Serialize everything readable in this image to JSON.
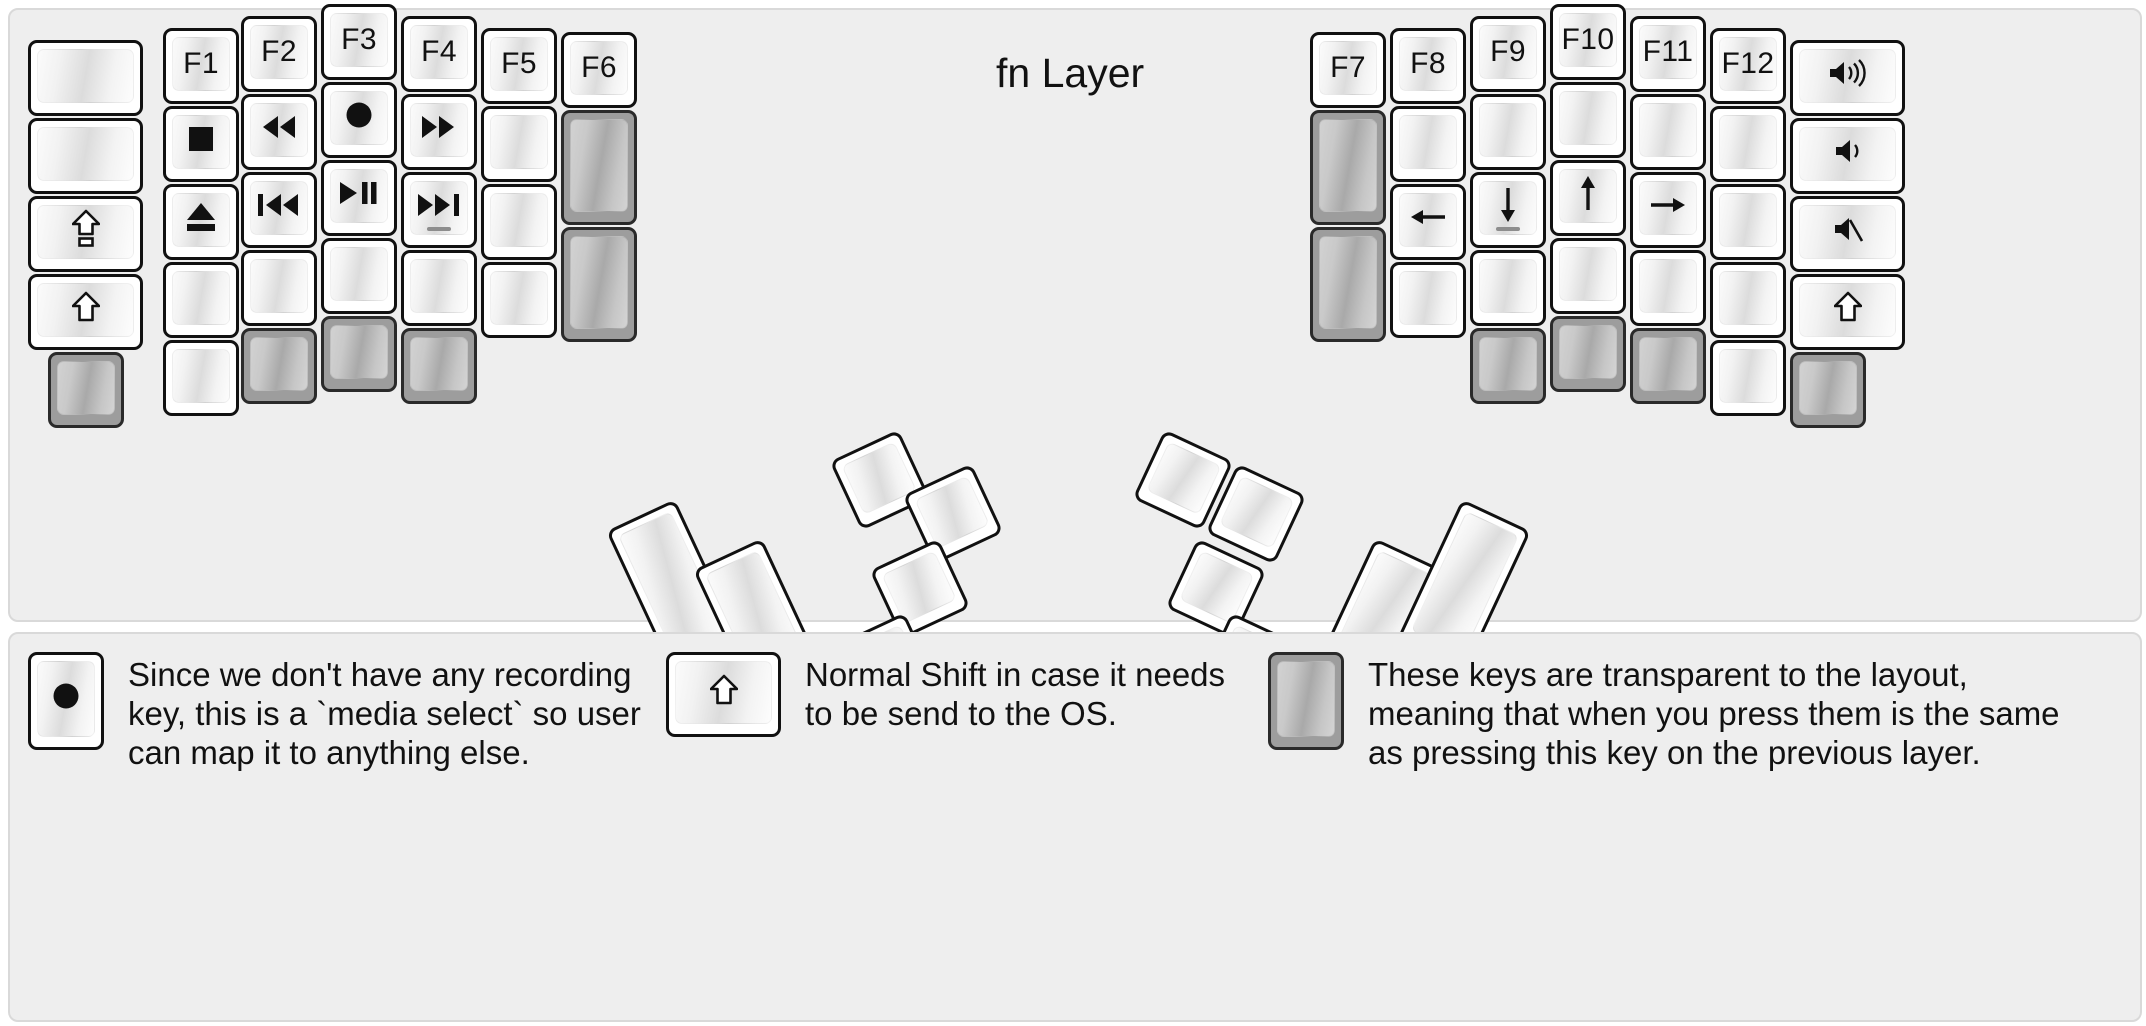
{
  "title": "fn Layer",
  "colors": {
    "background": "#eeeeee",
    "key_face": "#ffffff",
    "key_outline": "#111111",
    "transparent_key": "#9d9d9d",
    "text": "#111111"
  },
  "icon_glyphs": {
    "record": "●",
    "stop": "■",
    "eject": "eject",
    "rewind": "◀◀",
    "fast-forward": "▶▶",
    "prev-track": "|◀◀",
    "play-pause": "▶||",
    "next-track": "▶▶|",
    "caps-lock": "caps-shift",
    "shift": "⇧",
    "arrow-left": "←",
    "arrow-down": "↓",
    "arrow-up": "↑",
    "arrow-right": "→",
    "volume-up": "volume-up",
    "volume-down": "volume-down",
    "volume-mute": "volume-mute"
  },
  "left_half": {
    "columns": [
      {
        "name": "col-pinky-outer",
        "keys": [
          {
            "name": "key-blank-r1c1",
            "legend": "",
            "icon": null,
            "style": "normal",
            "w": 1.5,
            "h": 1
          },
          {
            "name": "key-blank-r2c1",
            "legend": "",
            "icon": null,
            "style": "normal",
            "w": 1.5,
            "h": 1
          },
          {
            "name": "key-caps-lock",
            "legend": "",
            "icon": "caps-lock",
            "style": "normal",
            "w": 1.5,
            "h": 1
          },
          {
            "name": "key-shift-left",
            "legend": "",
            "icon": "shift",
            "style": "normal",
            "w": 1.5,
            "h": 1
          },
          {
            "name": "key-transparent-r5c1",
            "legend": "",
            "icon": null,
            "style": "transparent",
            "w": 1,
            "h": 1
          }
        ]
      },
      {
        "name": "col-pinky",
        "keys": [
          {
            "name": "key-f1",
            "legend": "F1",
            "icon": null,
            "style": "normal",
            "w": 1,
            "h": 1
          },
          {
            "name": "key-stop",
            "legend": "",
            "icon": "stop",
            "style": "normal",
            "w": 1,
            "h": 1
          },
          {
            "name": "key-eject",
            "legend": "",
            "icon": "eject",
            "style": "normal",
            "w": 1,
            "h": 1
          },
          {
            "name": "key-blank-r4c2",
            "legend": "",
            "icon": null,
            "style": "normal",
            "w": 1,
            "h": 1
          },
          {
            "name": "key-blank-r5c2",
            "legend": "",
            "icon": null,
            "style": "normal",
            "w": 1,
            "h": 1
          }
        ]
      },
      {
        "name": "col-ring",
        "keys": [
          {
            "name": "key-f2",
            "legend": "F2",
            "icon": null,
            "style": "normal",
            "w": 1,
            "h": 1
          },
          {
            "name": "key-rewind",
            "legend": "",
            "icon": "rewind",
            "style": "normal",
            "w": 1,
            "h": 1
          },
          {
            "name": "key-prev-track",
            "legend": "",
            "icon": "prev-track",
            "style": "normal",
            "w": 1,
            "h": 1
          },
          {
            "name": "key-blank-r4c3",
            "legend": "",
            "icon": null,
            "style": "normal",
            "w": 1,
            "h": 1
          },
          {
            "name": "key-transparent-r5c3",
            "legend": "",
            "icon": null,
            "style": "transparent",
            "w": 1,
            "h": 1
          }
        ]
      },
      {
        "name": "col-middle",
        "keys": [
          {
            "name": "key-f3",
            "legend": "F3",
            "icon": null,
            "style": "normal",
            "w": 1,
            "h": 1
          },
          {
            "name": "key-record",
            "legend": "",
            "icon": "record",
            "style": "normal",
            "w": 1,
            "h": 1
          },
          {
            "name": "key-play-pause",
            "legend": "",
            "icon": "play-pause",
            "style": "normal",
            "w": 1,
            "h": 1
          },
          {
            "name": "key-blank-r4c4",
            "legend": "",
            "icon": null,
            "style": "normal",
            "w": 1,
            "h": 1
          },
          {
            "name": "key-transparent-r5c4",
            "legend": "",
            "icon": null,
            "style": "transparent",
            "w": 1,
            "h": 1
          }
        ]
      },
      {
        "name": "col-index",
        "keys": [
          {
            "name": "key-f4",
            "legend": "F4",
            "icon": null,
            "style": "normal",
            "w": 1,
            "h": 1
          },
          {
            "name": "key-fast-forward",
            "legend": "",
            "icon": "fast-forward",
            "style": "normal",
            "w": 1,
            "h": 1
          },
          {
            "name": "key-next-track",
            "legend": "",
            "icon": "next-track",
            "style": "normal",
            "w": 1,
            "h": 1,
            "homing": true
          },
          {
            "name": "key-blank-r4c5",
            "legend": "",
            "icon": null,
            "style": "normal",
            "w": 1,
            "h": 1
          },
          {
            "name": "key-transparent-r5c5",
            "legend": "",
            "icon": null,
            "style": "transparent",
            "w": 1,
            "h": 1
          }
        ]
      },
      {
        "name": "col-index-inner",
        "keys": [
          {
            "name": "key-f5",
            "legend": "F5",
            "icon": null,
            "style": "normal",
            "w": 1,
            "h": 1
          },
          {
            "name": "key-blank-r2c6",
            "legend": "",
            "icon": null,
            "style": "normal",
            "w": 1,
            "h": 1
          },
          {
            "name": "key-blank-r3c6",
            "legend": "",
            "icon": null,
            "style": "normal",
            "w": 1,
            "h": 1
          },
          {
            "name": "key-blank-r4c6",
            "legend": "",
            "icon": null,
            "style": "normal",
            "w": 1,
            "h": 1
          }
        ]
      },
      {
        "name": "col-inner",
        "keys": [
          {
            "name": "key-f6",
            "legend": "F6",
            "icon": null,
            "style": "normal",
            "w": 1,
            "h": 1
          },
          {
            "name": "key-transparent-tall-1",
            "legend": "",
            "icon": null,
            "style": "transparent",
            "w": 1,
            "h": 1.5
          },
          {
            "name": "key-transparent-tall-2",
            "legend": "",
            "icon": null,
            "style": "transparent",
            "w": 1,
            "h": 1.5
          }
        ]
      }
    ],
    "thumb_cluster": {
      "name": "left-thumb-cluster",
      "keys": [
        {
          "name": "thumb-key-top-left",
          "legend": "",
          "icon": null,
          "style": "normal"
        },
        {
          "name": "thumb-key-top-right",
          "legend": "",
          "icon": null,
          "style": "normal"
        },
        {
          "name": "thumb-key-mid-right",
          "legend": "",
          "icon": null,
          "style": "normal"
        },
        {
          "name": "thumb-key-bottom-right",
          "legend": "",
          "icon": null,
          "style": "normal"
        },
        {
          "name": "thumb-key-big-outer",
          "legend": "",
          "icon": null,
          "style": "normal"
        },
        {
          "name": "thumb-key-big-inner",
          "legend": "",
          "icon": null,
          "style": "normal"
        }
      ]
    }
  },
  "right_half": {
    "columns": [
      {
        "name": "col-inner-right",
        "keys": [
          {
            "name": "key-f7",
            "legend": "F7",
            "icon": null,
            "style": "normal",
            "w": 1,
            "h": 1
          },
          {
            "name": "key-transparent-tall-3",
            "legend": "",
            "icon": null,
            "style": "transparent",
            "w": 1,
            "h": 1.5
          },
          {
            "name": "key-transparent-tall-4",
            "legend": "",
            "icon": null,
            "style": "transparent",
            "w": 1,
            "h": 1.5
          }
        ]
      },
      {
        "name": "col-index-inner-right",
        "keys": [
          {
            "name": "key-f8",
            "legend": "F8",
            "icon": null,
            "style": "normal",
            "w": 1,
            "h": 1
          },
          {
            "name": "key-blank-r2c8",
            "legend": "",
            "icon": null,
            "style": "normal",
            "w": 1,
            "h": 1
          },
          {
            "name": "key-arrow-left",
            "legend": "",
            "icon": "arrow-left",
            "style": "normal",
            "w": 1,
            "h": 1
          },
          {
            "name": "key-blank-r4c8",
            "legend": "",
            "icon": null,
            "style": "normal",
            "w": 1,
            "h": 1
          }
        ]
      },
      {
        "name": "col-index-right",
        "keys": [
          {
            "name": "key-f9",
            "legend": "F9",
            "icon": null,
            "style": "normal",
            "w": 1,
            "h": 1
          },
          {
            "name": "key-blank-r2c9",
            "legend": "",
            "icon": null,
            "style": "normal",
            "w": 1,
            "h": 1
          },
          {
            "name": "key-arrow-down",
            "legend": "",
            "icon": "arrow-down",
            "style": "normal",
            "w": 1,
            "h": 1,
            "homing": true
          },
          {
            "name": "key-blank-r4c9",
            "legend": "",
            "icon": null,
            "style": "normal",
            "w": 1,
            "h": 1
          },
          {
            "name": "key-transparent-r5c9",
            "legend": "",
            "icon": null,
            "style": "transparent",
            "w": 1,
            "h": 1
          }
        ]
      },
      {
        "name": "col-middle-right",
        "keys": [
          {
            "name": "key-f10",
            "legend": "F10",
            "icon": null,
            "style": "normal",
            "w": 1,
            "h": 1
          },
          {
            "name": "key-blank-r2c10",
            "legend": "",
            "icon": null,
            "style": "normal",
            "w": 1,
            "h": 1
          },
          {
            "name": "key-arrow-up",
            "legend": "",
            "icon": "arrow-up",
            "style": "normal",
            "w": 1,
            "h": 1
          },
          {
            "name": "key-blank-r4c10",
            "legend": "",
            "icon": null,
            "style": "normal",
            "w": 1,
            "h": 1
          },
          {
            "name": "key-transparent-r5c10",
            "legend": "",
            "icon": null,
            "style": "transparent",
            "w": 1,
            "h": 1
          }
        ]
      },
      {
        "name": "col-ring-right",
        "keys": [
          {
            "name": "key-f11",
            "legend": "F11",
            "icon": null,
            "style": "normal",
            "w": 1,
            "h": 1
          },
          {
            "name": "key-blank-r2c11",
            "legend": "",
            "icon": null,
            "style": "normal",
            "w": 1,
            "h": 1
          },
          {
            "name": "key-arrow-right",
            "legend": "",
            "icon": "arrow-right",
            "style": "normal",
            "w": 1,
            "h": 1
          },
          {
            "name": "key-blank-r4c11",
            "legend": "",
            "icon": null,
            "style": "normal",
            "w": 1,
            "h": 1
          },
          {
            "name": "key-transparent-r5c11",
            "legend": "",
            "icon": null,
            "style": "transparent",
            "w": 1,
            "h": 1
          }
        ]
      },
      {
        "name": "col-pinky-right",
        "keys": [
          {
            "name": "key-f12",
            "legend": "F12",
            "icon": null,
            "style": "normal",
            "w": 1,
            "h": 1
          },
          {
            "name": "key-blank-r2c12",
            "legend": "",
            "icon": null,
            "style": "normal",
            "w": 1,
            "h": 1
          },
          {
            "name": "key-blank-r3c12",
            "legend": "",
            "icon": null,
            "style": "normal",
            "w": 1,
            "h": 1
          },
          {
            "name": "key-blank-r4c12",
            "legend": "",
            "icon": null,
            "style": "normal",
            "w": 1,
            "h": 1
          },
          {
            "name": "key-blank-r5c12",
            "legend": "",
            "icon": null,
            "style": "normal",
            "w": 1,
            "h": 1
          }
        ]
      },
      {
        "name": "col-pinky-outer-right",
        "keys": [
          {
            "name": "key-volume-up",
            "legend": "",
            "icon": "volume-up",
            "style": "normal",
            "w": 1.5,
            "h": 1
          },
          {
            "name": "key-volume-down",
            "legend": "",
            "icon": "volume-down",
            "style": "normal",
            "w": 1.5,
            "h": 1
          },
          {
            "name": "key-volume-mute",
            "legend": "",
            "icon": "volume-mute",
            "style": "normal",
            "w": 1.5,
            "h": 1
          },
          {
            "name": "key-shift-right",
            "legend": "",
            "icon": "shift",
            "style": "normal",
            "w": 1.5,
            "h": 1
          },
          {
            "name": "key-transparent-r5c13",
            "legend": "",
            "icon": null,
            "style": "transparent",
            "w": 1,
            "h": 1
          }
        ]
      }
    ],
    "thumb_cluster": {
      "name": "right-thumb-cluster",
      "keys": [
        {
          "name": "thumb-key-top-right-r",
          "legend": "",
          "icon": null,
          "style": "normal"
        },
        {
          "name": "thumb-key-top-left-r",
          "legend": "",
          "icon": null,
          "style": "normal"
        },
        {
          "name": "thumb-key-mid-left-r",
          "legend": "",
          "icon": null,
          "style": "normal"
        },
        {
          "name": "thumb-key-bottom-left-r",
          "legend": "",
          "icon": null,
          "style": "normal"
        },
        {
          "name": "thumb-key-big-inner-r",
          "legend": "",
          "icon": null,
          "style": "normal"
        },
        {
          "name": "thumb-key-big-outer-r",
          "legend": "",
          "icon": null,
          "style": "normal"
        }
      ]
    }
  },
  "legend": [
    {
      "name": "legend-record",
      "key_icon": "record",
      "key_style": "normal",
      "text": "Since we don't have any recording\nkey, this is a `media select` so user\ncan map it to anything else."
    },
    {
      "name": "legend-shift",
      "key_icon": "shift",
      "key_style": "normal",
      "text": "Normal Shift in case it needs\nto be send to the OS."
    },
    {
      "name": "legend-transparent",
      "key_icon": null,
      "key_style": "transparent",
      "text": "These keys are transparent to the layout,\nmeaning that when you press them is the same\nas pressing this key on the previous layer."
    }
  ]
}
